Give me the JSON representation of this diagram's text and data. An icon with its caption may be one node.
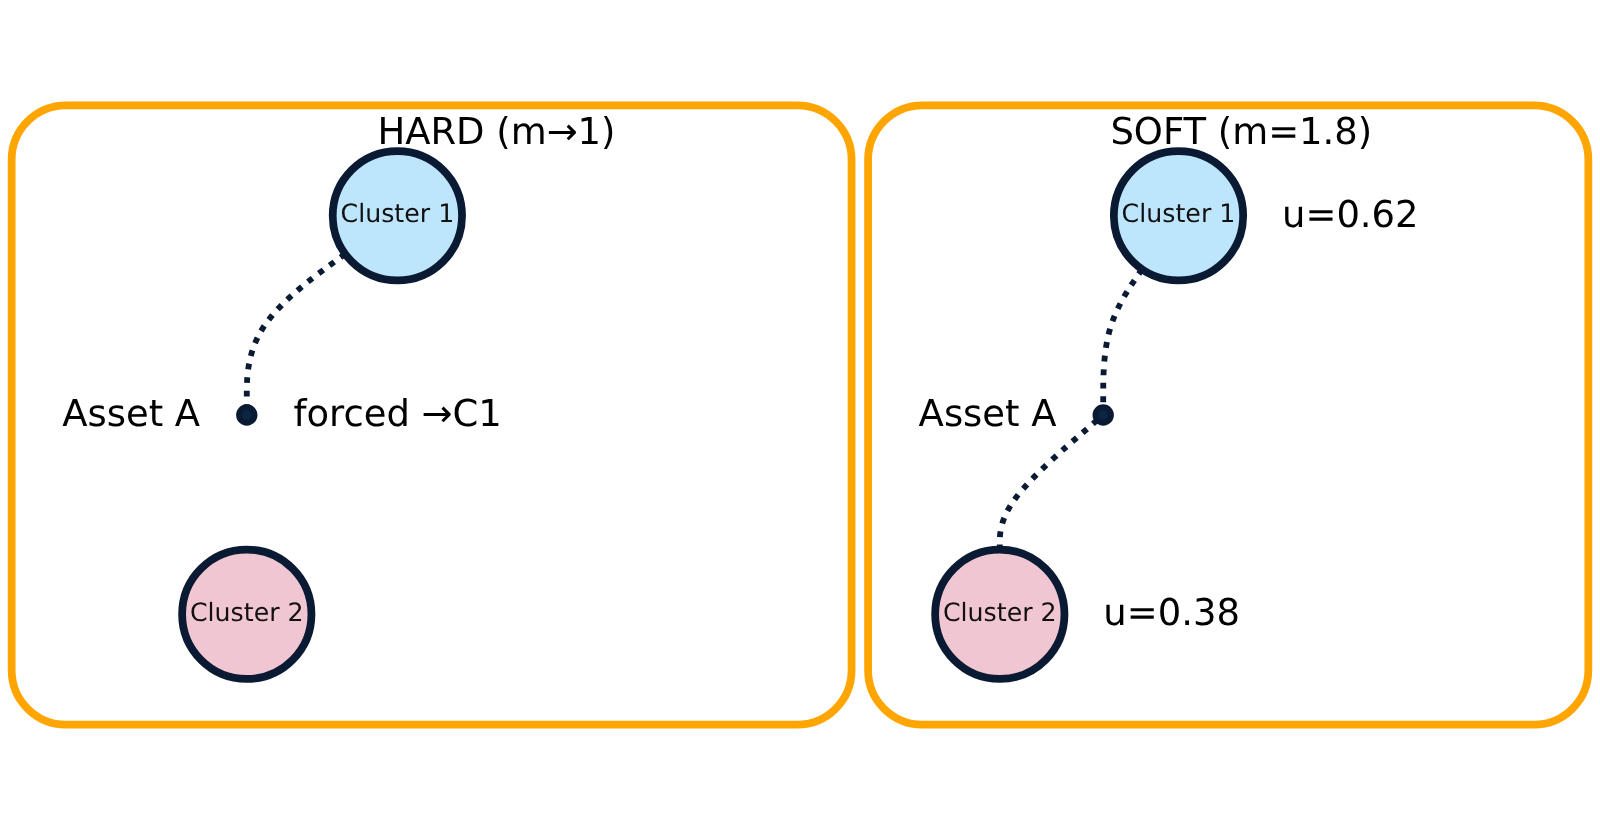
{
  "diagram": {
    "nodes": [
      {
        "text": [
          "HARD (m→1)"
        ]
      },
      {
        "text": [
          "Cluster 1"
        ],
        "in": 0
      },
      {
        "text": [],
        "shape": "circle",
        "in": 0,
        "beside": [
          "Asset A",
          "forced →C1"
        ]
      },
      {
        "text": [
          "Cluster 2"
        ],
        "in": 0
      },
      {
        "text": [
          "SOFT (m=1.8)"
        ]
      },
      {
        "text": [
          "Cluster 1"
        ],
        "in": 4,
        "beside": [
          "u=0.62"
        ]
      },
      {
        "text": [],
        "shape": "circle",
        "in": 4,
        "beside": [
          "Asset A"
        ]
      },
      {
        "text": [
          "Cluster 2"
        ],
        "in": 4,
        "beside": [
          "u=0.38"
        ]
      }
    ],
    "edges": [
      {
        "from": 1,
        "to": 2,
        "arrow": "none",
        "style": "dashed"
      },
      {
        "from": 5,
        "to": 6,
        "arrow": "none",
        "style": "dashed"
      },
      {
        "from": 6,
        "to": 7,
        "arrow": "none",
        "style": "dashed"
      }
    ]
  }
}
